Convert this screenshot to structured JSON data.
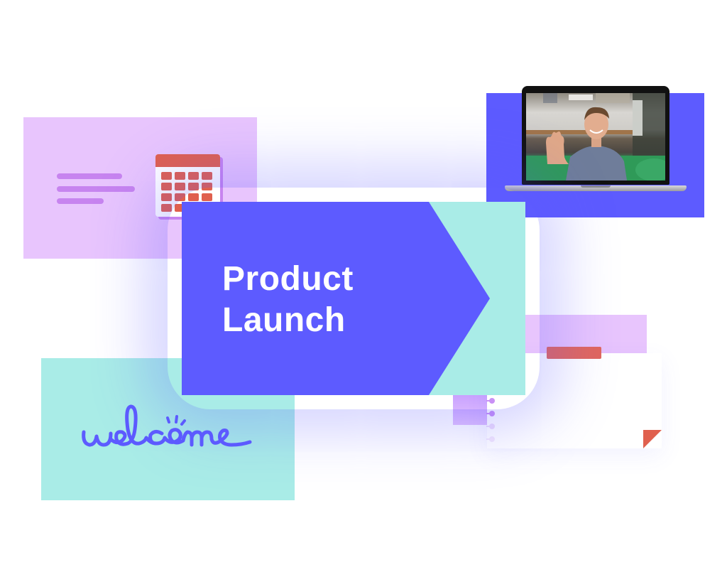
{
  "hero": {
    "title_line1": "Product",
    "title_line2": "Launch",
    "arrow_color": "#5d5bff",
    "accent_color": "#a9ece7"
  },
  "calendar_card": {
    "background": "#e8c5fd",
    "line_color": "#c784ef",
    "icon": "calendar-icon",
    "calendar_color": "#e0604e",
    "rows": 4,
    "cols": 4
  },
  "video_card": {
    "background": "#5d5bff",
    "icon": "laptop-icon",
    "screen_content": "person waving on video call"
  },
  "welcome_card": {
    "background": "#a9ece7",
    "text": "welcome",
    "text_color": "#5d5bff"
  },
  "notebook_card": {
    "icon": "notebook-icon",
    "tape_color": "#e1675d",
    "corner_color": "#e0604e"
  }
}
